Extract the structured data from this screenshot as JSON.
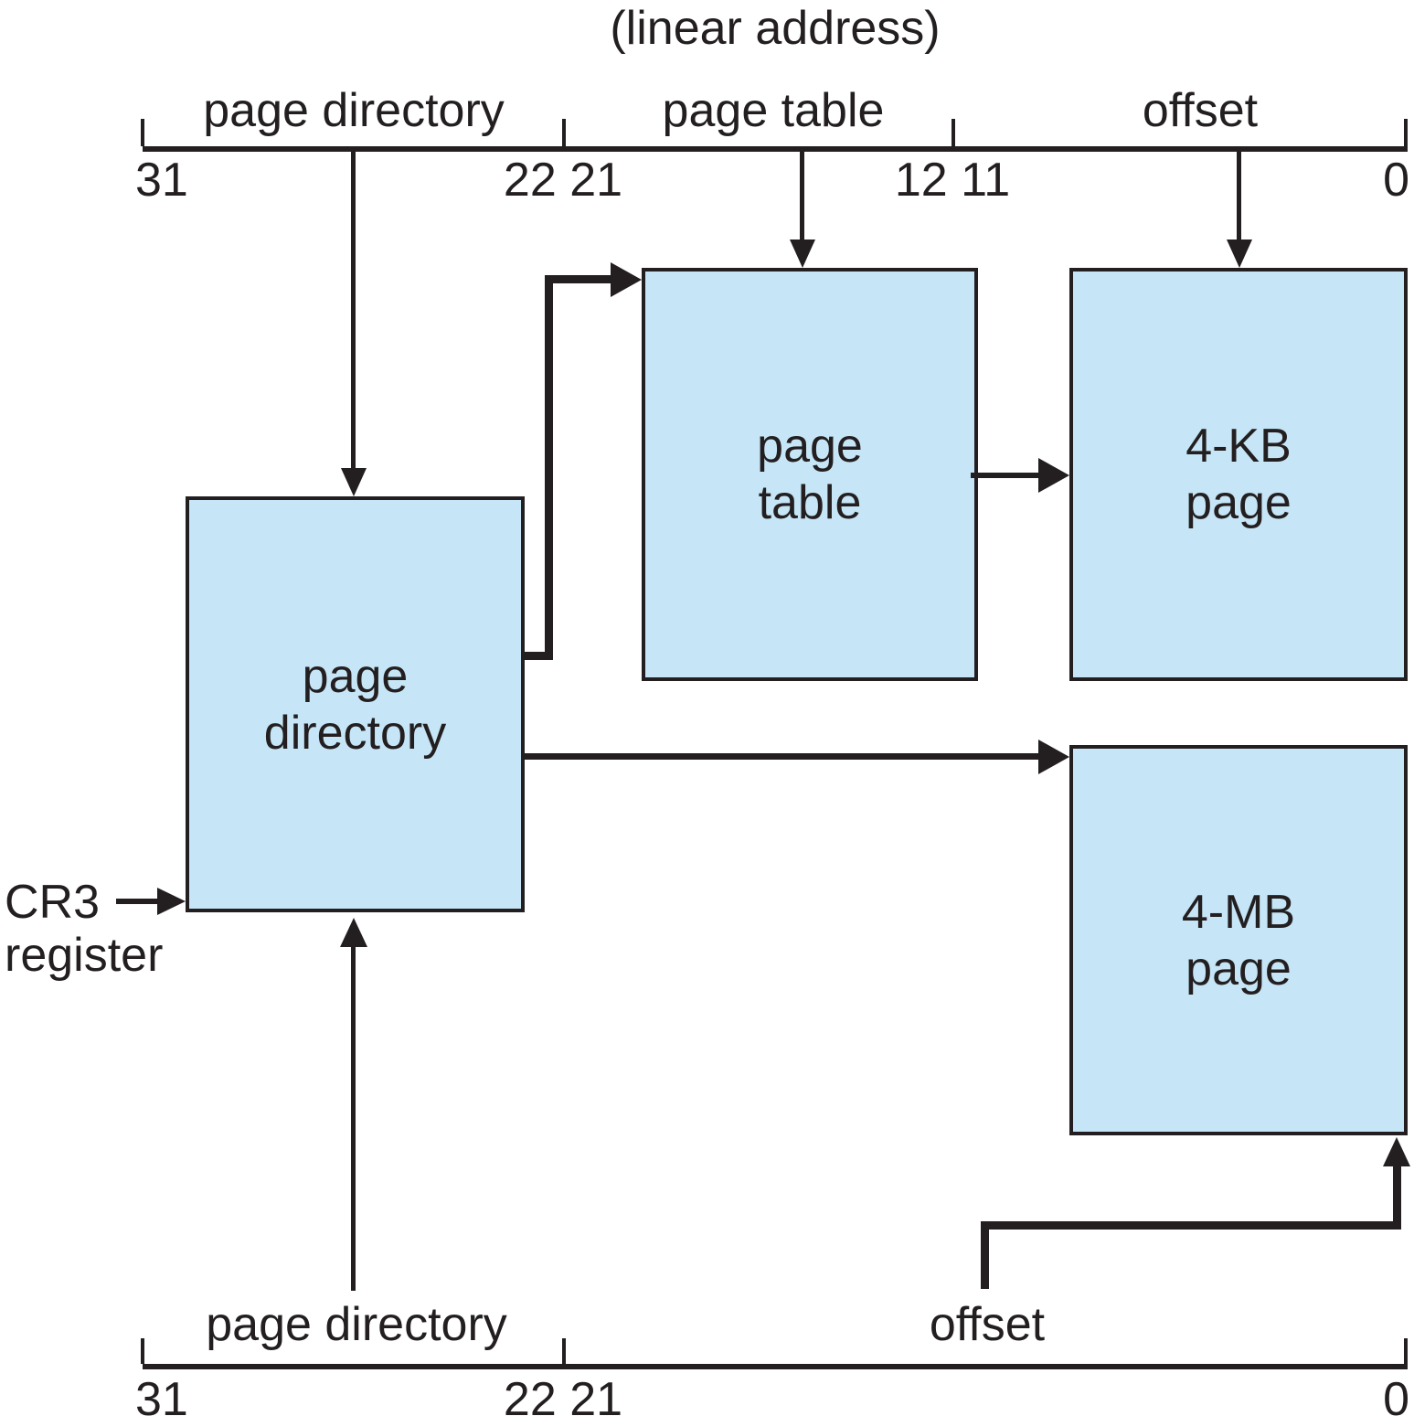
{
  "title": "(linear address)",
  "colors": {
    "box_fill": "#c6e5f6",
    "line": "#231f20",
    "background": "#ffffff"
  },
  "top_rule": {
    "label_page_directory": "page directory",
    "label_page_table": "page table",
    "label_offset": "offset",
    "bit_31": "31",
    "bit_22_21": "22 21",
    "bit_12_11": "12 11",
    "bit_0": "0"
  },
  "boxes": {
    "page_directory": {
      "line1": "page",
      "line2": "directory"
    },
    "page_table": {
      "line1": "page",
      "line2": "table"
    },
    "page_4kb": {
      "line1": "4-KB",
      "line2": "page"
    },
    "page_4mb": {
      "line1": "4-MB",
      "line2": "page"
    }
  },
  "cr3": {
    "line1": "CR3",
    "line2": "register"
  },
  "bottom_rule": {
    "label_page_directory": "page directory",
    "label_offset": "offset",
    "bit_31": "31",
    "bit_22_21": "22 21",
    "bit_0": "0"
  }
}
